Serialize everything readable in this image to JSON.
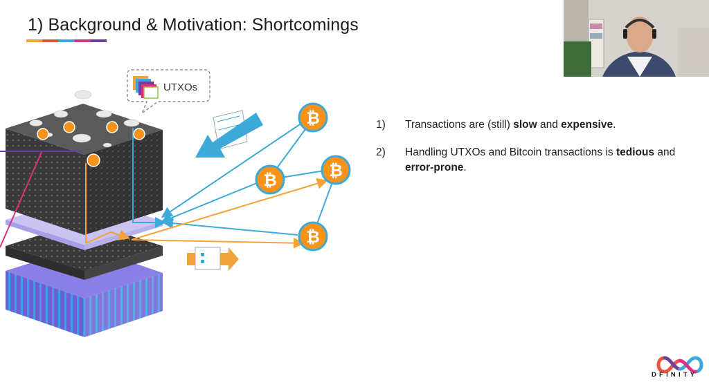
{
  "slide": {
    "title": "1) Background & Motivation: Shortcomings",
    "underline_colors": [
      "#f2a33a",
      "#e8553d",
      "#3da9d8",
      "#d9337f",
      "#6a3fa0"
    ]
  },
  "diagram": {
    "utxo_label": "UTXOs",
    "bitcoin_icon_count": 4,
    "arrow_colors": {
      "incoming": "#3da9d8",
      "outgoing": "#f2a33a",
      "pink": "#d9337f",
      "purple": "#6a3fa0"
    }
  },
  "bullets": [
    {
      "num": "1)",
      "parts": [
        {
          "t": "Transactions are (still) ",
          "b": false
        },
        {
          "t": "slow",
          "b": true
        },
        {
          "t": " and ",
          "b": false
        },
        {
          "t": "expensive",
          "b": true
        },
        {
          "t": ".",
          "b": false
        }
      ]
    },
    {
      "num": "2)",
      "parts": [
        {
          "t": "Handling UTXOs and Bitcoin transactions is ",
          "b": false
        },
        {
          "t": "tedious",
          "b": true
        },
        {
          "t": " and ",
          "b": false
        },
        {
          "t": "error-prone",
          "b": true
        },
        {
          "t": ".",
          "b": false
        }
      ]
    }
  ],
  "logo": {
    "text": "DFINITY"
  }
}
